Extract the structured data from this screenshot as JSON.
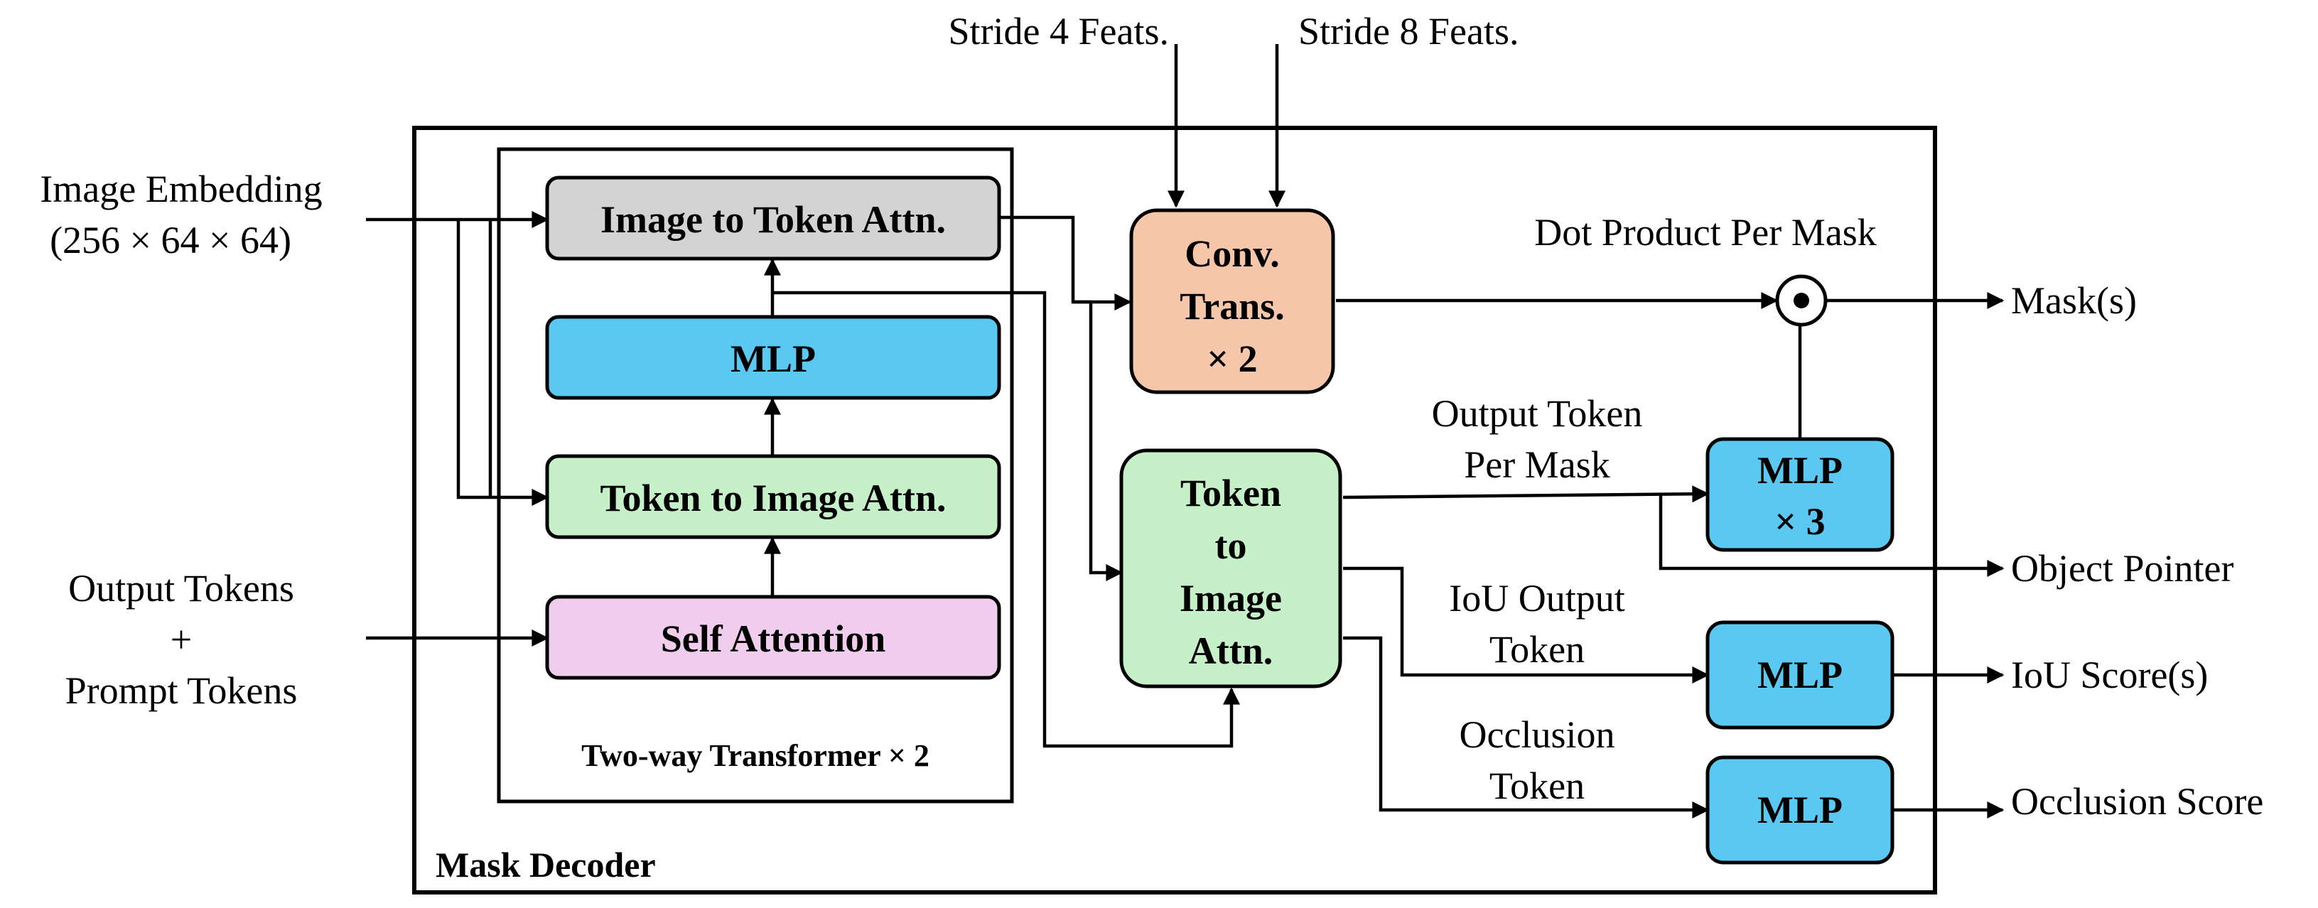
{
  "inputs": {
    "image_embedding": {
      "line1": "Image Embedding",
      "line2": "(256 × 64 × 64)"
    },
    "tokens": {
      "line1": "Output Tokens",
      "line2": "+",
      "line3": "Prompt Tokens"
    },
    "stride4": "Stride 4 Feats.",
    "stride8": "Stride 8 Feats."
  },
  "mask_decoder": {
    "title": "Mask Decoder",
    "transformer": {
      "caption": "Two-way Transformer × 2",
      "blocks": {
        "image_to_token": "Image to Token Attn.",
        "mlp": "MLP",
        "token_to_image": "Token to Image Attn.",
        "self_attention": "Self Attention"
      }
    },
    "conv_trans": {
      "line1": "Conv.",
      "line2": "Trans.",
      "line3": "× 2"
    },
    "token_to_image_attn": {
      "line1": "Token",
      "line2": "to",
      "line3": "Image",
      "line4": "Attn."
    },
    "dot_product_label": "Dot Product Per Mask",
    "output_token_label": {
      "line1": "Output Token",
      "line2": "Per Mask"
    },
    "iou_token_label": {
      "line1": "IoU Output",
      "line2": "Token"
    },
    "occlusion_token_label": {
      "line1": "Occlusion",
      "line2": "Token"
    },
    "mlp3": {
      "line1": "MLP",
      "line2": "× 3"
    },
    "mlp_iou": "MLP",
    "mlp_occlusion": "MLP"
  },
  "outputs": {
    "masks": "Mask(s)",
    "object_pointer": "Object Pointer",
    "iou_scores": "IoU Score(s)",
    "occlusion_score": "Occlusion Score"
  },
  "colors": {
    "image_to_token": "#d3d3d3",
    "mlp": "#5bc8f2",
    "token_to_image": "#c5f0c8",
    "self_attention": "#f0cdec",
    "conv_trans": "#f5c6aa",
    "token_to_image_attn": "#c5f0c8"
  }
}
